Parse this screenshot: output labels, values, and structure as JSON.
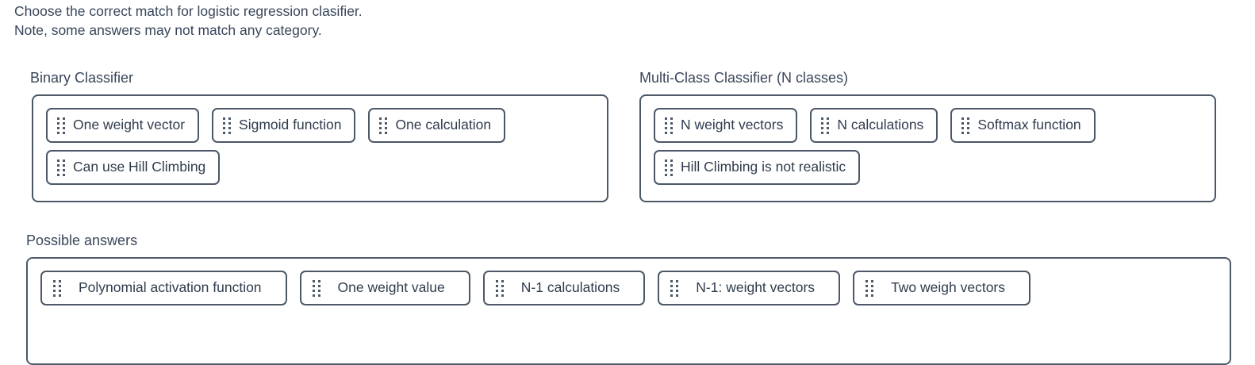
{
  "instructions": {
    "line1": "Choose the correct match for logistic regression clasifier.",
    "line2": "Note, some answers may not match any category."
  },
  "colors": {
    "border": "#4c5868",
    "text": "#37475a",
    "chip_text": "#2f3c4d",
    "background": "#ffffff"
  },
  "sections": {
    "binary": {
      "label": "Binary Classifier",
      "rows": [
        [
          "One weight vector",
          "Sigmoid function",
          "One calculation"
        ],
        [
          "Can use Hill Climbing"
        ]
      ]
    },
    "multiclass": {
      "label": "Multi-Class Classifier (N classes)",
      "rows": [
        [
          "N weight vectors",
          "N calculations",
          "Softmax function"
        ],
        [
          "Hill Climbing is not realistic"
        ]
      ]
    },
    "possible": {
      "label": "Possible answers",
      "rows": [
        [
          "Polynomial activation function",
          "One weight value",
          "N-1 calculations",
          "N-1: weight vectors",
          "Two weigh vectors"
        ]
      ]
    }
  },
  "icons": {
    "drag_handle": "drag-handle-icon"
  }
}
